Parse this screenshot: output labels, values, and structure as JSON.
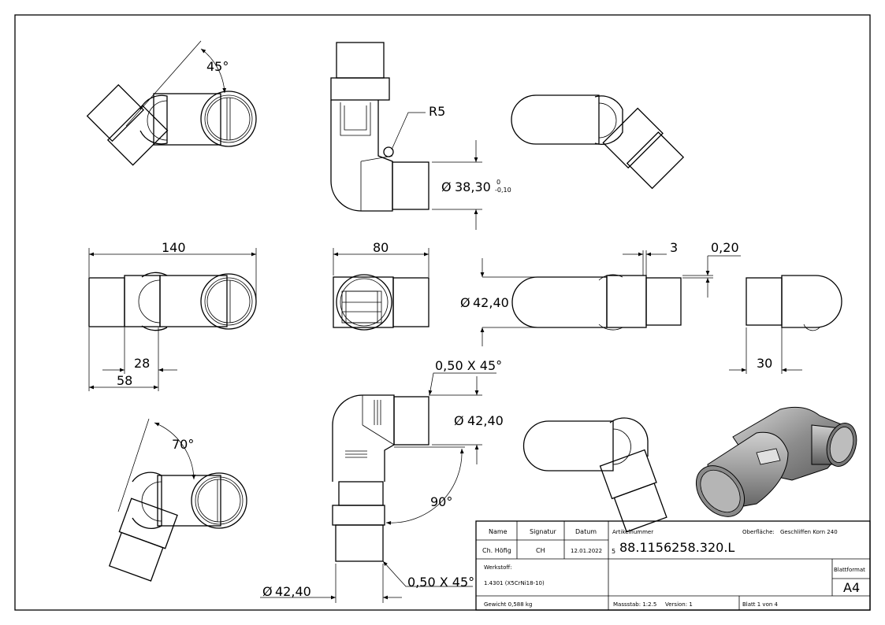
{
  "dimensions": {
    "d_top_left_angle": "45°",
    "d_r5": "R5",
    "d_38": "38,30",
    "d_38_tol_up": "0",
    "d_38_tol_low": "-0,10",
    "d_140": "140",
    "d_28": "28",
    "d_58": "58",
    "d_80": "80",
    "d_3": "3",
    "d_020": "0,20",
    "d_4240_mid": "42,40",
    "d_30": "30",
    "d_70": "70°",
    "d_chamfer_top": "0,50 X 45°",
    "d_4240_bot": "42,40",
    "d_90": "90°",
    "d_chamfer_bot": "0,50 X 45°",
    "d_4240_bottom_left": "42,40",
    "diameter_symbol": "Ø"
  },
  "title_block": {
    "col_name": "Name",
    "col_signatur": "Signatur",
    "col_datum": "Datum",
    "name": "Ch. Höfig",
    "signatur": "CH",
    "datum": "12.01.2022",
    "artikel_label": "Artikelnummer",
    "artikel_prefix": "5",
    "artikel_number": "88.1156258.320.L",
    "oberflaeche_label": "Oberfläche:",
    "oberflaeche_value": "Geschliffen Korn 240",
    "werkstoff_label": "Werkstoff:",
    "werkstoff_value": "1.4301 (X5CrNi18-10)",
    "blattformat_label": "Blattformat",
    "blattformat_value": "A4",
    "gewicht": "Gewicht 0,588 kg",
    "massstab": "Massstab: 1:2.5",
    "version": "Version: 1",
    "blatt": "Blatt 1 von 4"
  },
  "colors": {
    "line": "#000000",
    "shade_dark": "#6e6e6e",
    "shade_mid": "#a6a6a6",
    "shade_light": "#d4d4d4"
  }
}
